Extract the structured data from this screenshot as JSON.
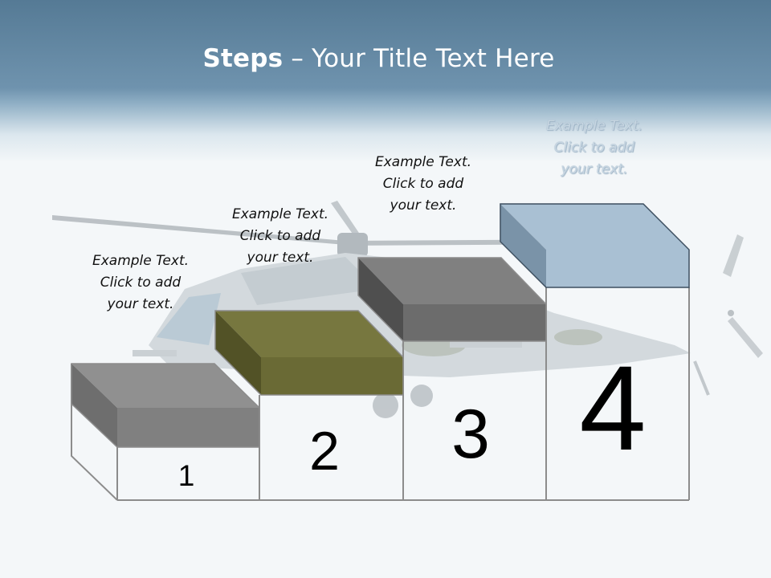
{
  "title": {
    "bold": "Steps",
    "rest": " – Your Title Text Here"
  },
  "steps": [
    {
      "number": "1",
      "caption": [
        "Example Text.",
        "Click  to add",
        "your text."
      ],
      "top_color": "#808080"
    },
    {
      "number": "2",
      "caption": [
        "Example Text.",
        "Click  to add",
        "your text."
      ],
      "top_color": "#6a6a35"
    },
    {
      "number": "3",
      "caption": [
        "Example Text.",
        "Click  to add",
        "your text."
      ],
      "top_color": "#6c6c6c"
    },
    {
      "number": "4",
      "caption": [
        "Example Text.",
        "Click  to add",
        "your text."
      ],
      "top_color": "#a9c0d3"
    }
  ],
  "colors": {
    "header_blue": "#557a95",
    "outline": "#8c8c8c",
    "olive": "#6a6a35",
    "steel_blue": "#a9c0d3"
  },
  "background_art": "helicopter-image"
}
